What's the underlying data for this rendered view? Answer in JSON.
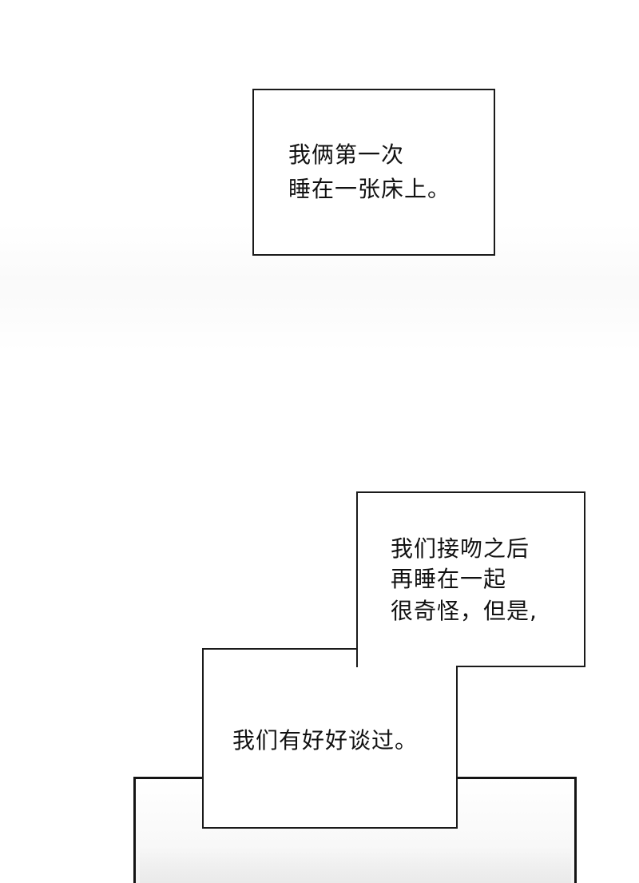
{
  "captions": {
    "first": {
      "line1": "我俩第一次",
      "line2": "睡在一张床上。"
    },
    "second": {
      "line1": "我们接吻之后",
      "line2": "再睡在一起",
      "line3": "很奇怪，但是,"
    },
    "third": {
      "line1": "我们有好好谈过。"
    }
  }
}
